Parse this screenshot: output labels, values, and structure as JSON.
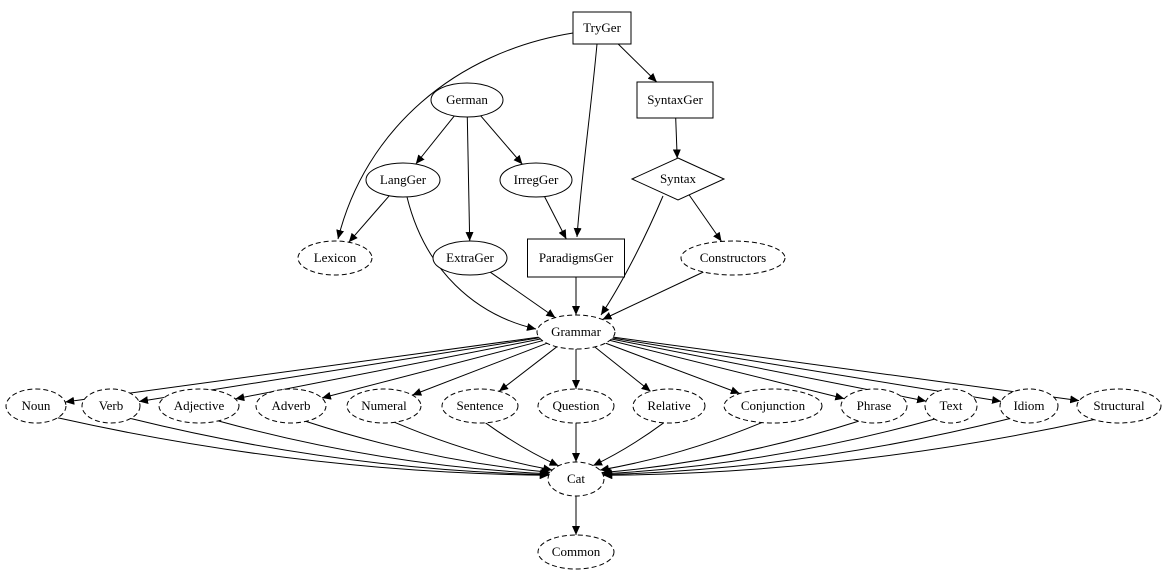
{
  "diagram": {
    "kind": "directed-dependency-graph",
    "colors": {
      "background": "#ffffff",
      "stroke": "#000000",
      "node_fill": "#ffffff"
    },
    "nodes": [
      {
        "id": "TryGer",
        "label": "TryGer",
        "shape": "box",
        "style": "solid"
      },
      {
        "id": "German",
        "label": "German",
        "shape": "ellipse",
        "style": "solid"
      },
      {
        "id": "SyntaxGer",
        "label": "SyntaxGer",
        "shape": "box",
        "style": "solid"
      },
      {
        "id": "LangGer",
        "label": "LangGer",
        "shape": "ellipse",
        "style": "solid"
      },
      {
        "id": "IrregGer",
        "label": "IrregGer",
        "shape": "ellipse",
        "style": "solid"
      },
      {
        "id": "Syntax",
        "label": "Syntax",
        "shape": "diamond",
        "style": "solid"
      },
      {
        "id": "Lexicon",
        "label": "Lexicon",
        "shape": "ellipse",
        "style": "dashed"
      },
      {
        "id": "ExtraGer",
        "label": "ExtraGer",
        "shape": "ellipse",
        "style": "solid"
      },
      {
        "id": "ParadigmsGer",
        "label": "ParadigmsGer",
        "shape": "box",
        "style": "solid"
      },
      {
        "id": "Constructors",
        "label": "Constructors",
        "shape": "ellipse",
        "style": "dashed"
      },
      {
        "id": "Grammar",
        "label": "Grammar",
        "shape": "ellipse",
        "style": "dashed"
      },
      {
        "id": "Noun",
        "label": "Noun",
        "shape": "ellipse",
        "style": "dashed"
      },
      {
        "id": "Verb",
        "label": "Verb",
        "shape": "ellipse",
        "style": "dashed"
      },
      {
        "id": "Adjective",
        "label": "Adjective",
        "shape": "ellipse",
        "style": "dashed"
      },
      {
        "id": "Adverb",
        "label": "Adverb",
        "shape": "ellipse",
        "style": "dashed"
      },
      {
        "id": "Numeral",
        "label": "Numeral",
        "shape": "ellipse",
        "style": "dashed"
      },
      {
        "id": "Sentence",
        "label": "Sentence",
        "shape": "ellipse",
        "style": "dashed"
      },
      {
        "id": "Question",
        "label": "Question",
        "shape": "ellipse",
        "style": "dashed"
      },
      {
        "id": "Relative",
        "label": "Relative",
        "shape": "ellipse",
        "style": "dashed"
      },
      {
        "id": "Conjunction",
        "label": "Conjunction",
        "shape": "ellipse",
        "style": "dashed"
      },
      {
        "id": "Phrase",
        "label": "Phrase",
        "shape": "ellipse",
        "style": "dashed"
      },
      {
        "id": "Text",
        "label": "Text",
        "shape": "ellipse",
        "style": "dashed"
      },
      {
        "id": "Idiom",
        "label": "Idiom",
        "shape": "ellipse",
        "style": "dashed"
      },
      {
        "id": "Structural",
        "label": "Structural",
        "shape": "ellipse",
        "style": "dashed"
      },
      {
        "id": "Cat",
        "label": "Cat",
        "shape": "ellipse",
        "style": "dashed"
      },
      {
        "id": "Common",
        "label": "Common",
        "shape": "ellipse",
        "style": "dashed"
      }
    ],
    "edges": [
      {
        "from": "TryGer",
        "to": "SyntaxGer"
      },
      {
        "from": "TryGer",
        "to": "ParadigmsGer"
      },
      {
        "from": "TryGer",
        "to": "Lexicon"
      },
      {
        "from": "German",
        "to": "LangGer"
      },
      {
        "from": "German",
        "to": "IrregGer"
      },
      {
        "from": "German",
        "to": "ExtraGer"
      },
      {
        "from": "LangGer",
        "to": "Lexicon"
      },
      {
        "from": "LangGer",
        "to": "Grammar"
      },
      {
        "from": "IrregGer",
        "to": "ParadigmsGer"
      },
      {
        "from": "SyntaxGer",
        "to": "Syntax"
      },
      {
        "from": "Syntax",
        "to": "Constructors"
      },
      {
        "from": "Syntax",
        "to": "Grammar"
      },
      {
        "from": "ExtraGer",
        "to": "Grammar"
      },
      {
        "from": "ParadigmsGer",
        "to": "Grammar"
      },
      {
        "from": "Constructors",
        "to": "Grammar"
      },
      {
        "from": "Grammar",
        "to": "Noun"
      },
      {
        "from": "Grammar",
        "to": "Verb"
      },
      {
        "from": "Grammar",
        "to": "Adjective"
      },
      {
        "from": "Grammar",
        "to": "Adverb"
      },
      {
        "from": "Grammar",
        "to": "Numeral"
      },
      {
        "from": "Grammar",
        "to": "Sentence"
      },
      {
        "from": "Grammar",
        "to": "Question"
      },
      {
        "from": "Grammar",
        "to": "Relative"
      },
      {
        "from": "Grammar",
        "to": "Conjunction"
      },
      {
        "from": "Grammar",
        "to": "Phrase"
      },
      {
        "from": "Grammar",
        "to": "Text"
      },
      {
        "from": "Grammar",
        "to": "Idiom"
      },
      {
        "from": "Grammar",
        "to": "Structural"
      },
      {
        "from": "Noun",
        "to": "Cat"
      },
      {
        "from": "Verb",
        "to": "Cat"
      },
      {
        "from": "Adjective",
        "to": "Cat"
      },
      {
        "from": "Adverb",
        "to": "Cat"
      },
      {
        "from": "Numeral",
        "to": "Cat"
      },
      {
        "from": "Sentence",
        "to": "Cat"
      },
      {
        "from": "Question",
        "to": "Cat"
      },
      {
        "from": "Relative",
        "to": "Cat"
      },
      {
        "from": "Conjunction",
        "to": "Cat"
      },
      {
        "from": "Phrase",
        "to": "Cat"
      },
      {
        "from": "Text",
        "to": "Cat"
      },
      {
        "from": "Idiom",
        "to": "Cat"
      },
      {
        "from": "Structural",
        "to": "Cat"
      },
      {
        "from": "Cat",
        "to": "Common"
      }
    ]
  }
}
